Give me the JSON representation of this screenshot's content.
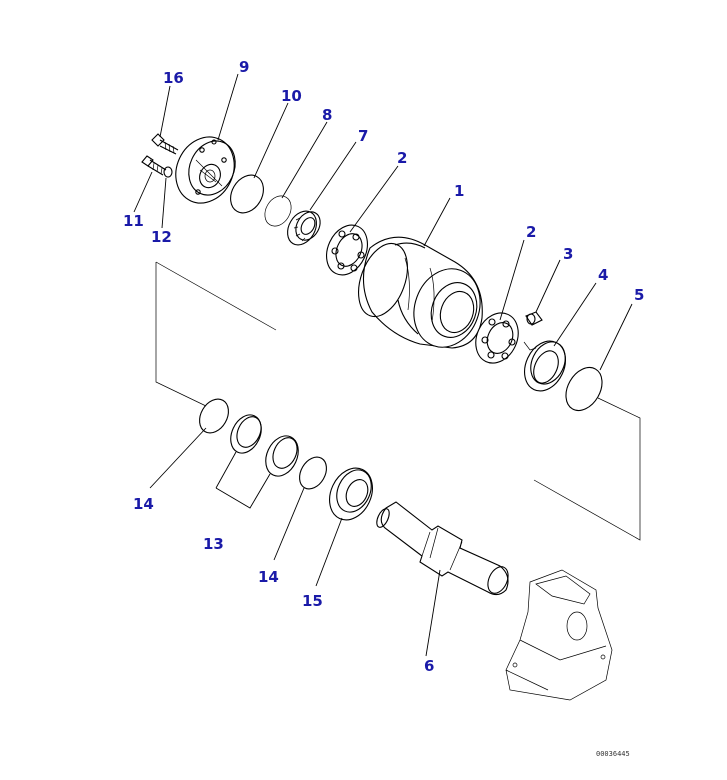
{
  "labels": {
    "p16": "16",
    "p9": "9",
    "p10": "10",
    "p8": "8",
    "p7": "7",
    "p2a": "2",
    "p1": "1",
    "p2b": "2",
    "p3": "3",
    "p4": "4",
    "p5": "5",
    "p11": "11",
    "p12": "12",
    "p14a": "14",
    "p13": "13",
    "p14b": "14",
    "p15": "15",
    "p6": "6"
  },
  "drawing_code": "00036445",
  "colors": {
    "label": "#1a1aa8",
    "line": "#000000"
  }
}
